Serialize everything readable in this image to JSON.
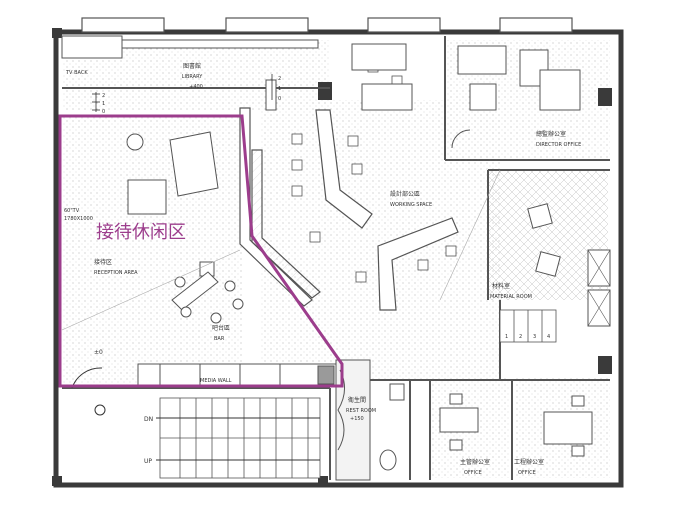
{
  "colors": {
    "wall": "#3a3a3a",
    "line": "#555555",
    "hatch": "#bdbdbd",
    "highlight": "#9c3d8c",
    "floor": "#ffffff"
  },
  "labels": {
    "library_cn": "图書館",
    "library_en": "LIBRARY",
    "library_level": "+400",
    "tv": "TV BACK",
    "reception_cn": "接待区",
    "reception_en": "RECEPTION AREA",
    "bar_cn": "吧台區",
    "bar_en": "BAR",
    "working_cn": "設計部公區",
    "working_en": "WORKING SPACE",
    "director_cn": "總監辦公室",
    "director_en": "DIRECTOR OFFICE",
    "material_cn": "材料室",
    "material_en": "MATERIAL ROOM",
    "rest_cn": "衛生間",
    "rest_en": "REST ROOM",
    "rest_level": "+150",
    "office1_cn": "主管辦公室",
    "office1_en": "OFFICE",
    "office2_cn": "工程辦公室",
    "office2_en": "OFFICE",
    "level_zero": "±0",
    "stair_dn": "DN",
    "stair_up": "UP",
    "highlight_text": "接待休闲区",
    "tv_size": "60\"TV",
    "tv_dim": "1780X1000",
    "media_wall": "MEDIA WALL"
  },
  "dims": {
    "a2": "2",
    "a1": "1",
    "a0": "0",
    "b2": "2",
    "b1": "1",
    "b0": "0",
    "s1": "1",
    "s2": "2",
    "s3": "3",
    "s4": "4"
  }
}
